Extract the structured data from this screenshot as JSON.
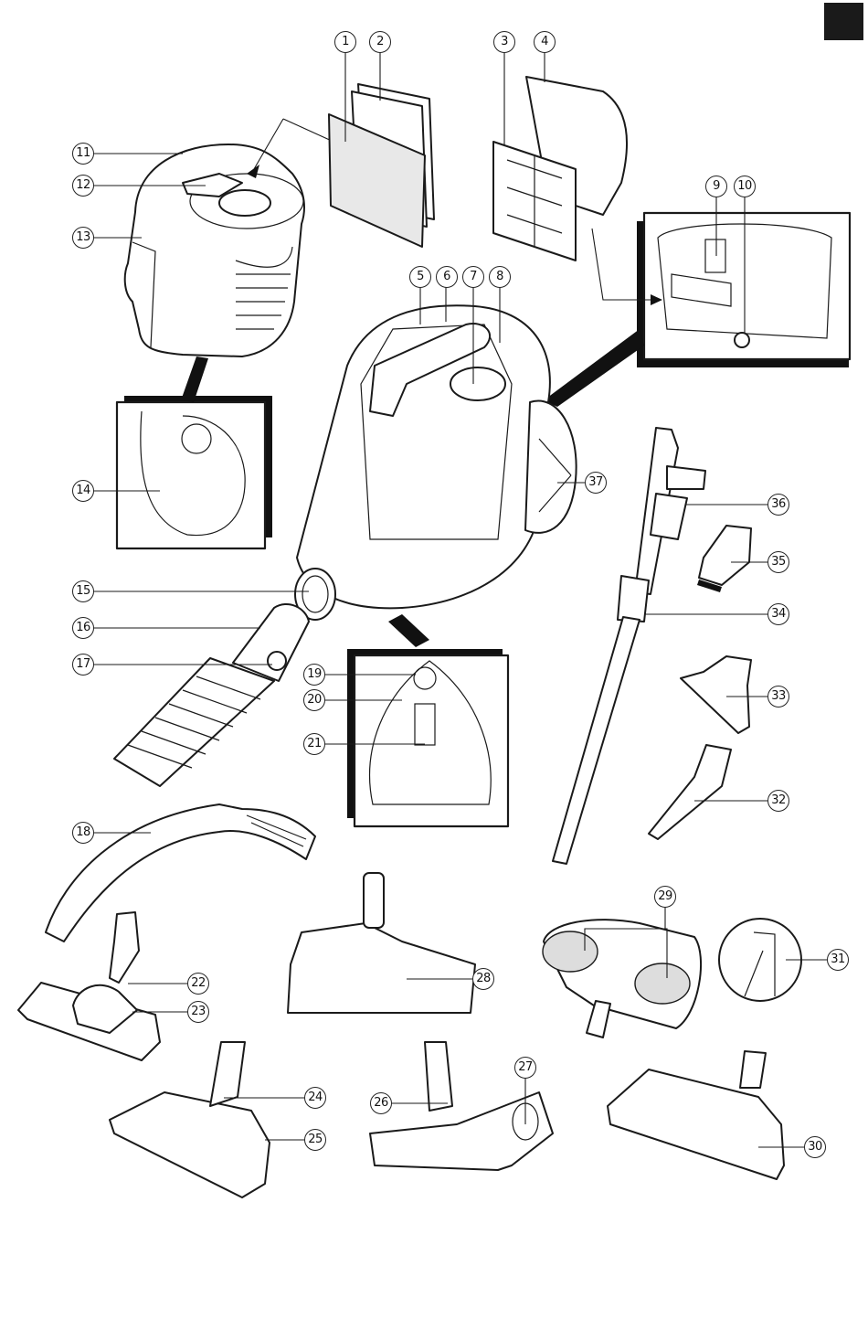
{
  "figure": {
    "type": "exploded-parts-diagram",
    "subject": "bagless canister vacuum cleaner and accessories",
    "corner_tab": "language-tab-marker"
  },
  "callouts": [
    {
      "n": "1",
      "part": "foam-filter"
    },
    {
      "n": "2",
      "part": "motor-protection-filter"
    },
    {
      "n": "3",
      "part": "exhaust-filter"
    },
    {
      "n": "4",
      "part": "exhaust-filter-grille"
    },
    {
      "n": "5",
      "part": "dust-container-indicator"
    },
    {
      "n": "6",
      "part": "carrying-handle"
    },
    {
      "n": "7",
      "part": "dust-container-release"
    },
    {
      "n": "8",
      "part": "on-off-button"
    },
    {
      "n": "9",
      "part": "parking-slot"
    },
    {
      "n": "10",
      "part": "mains-cord"
    },
    {
      "n": "11",
      "part": "dust-container-lid"
    },
    {
      "n": "12",
      "part": "lid-release-button"
    },
    {
      "n": "13",
      "part": "dust-container"
    },
    {
      "n": "14",
      "part": "dust-container-bottom"
    },
    {
      "n": "15",
      "part": "hose-connection-opening"
    },
    {
      "n": "16",
      "part": "hose-connector"
    },
    {
      "n": "17",
      "part": "release-button"
    },
    {
      "n": "18",
      "part": "handle"
    },
    {
      "n": "19",
      "part": "cord-reel-button"
    },
    {
      "n": "20",
      "part": "storage-slot"
    },
    {
      "n": "21",
      "part": "type-plate"
    },
    {
      "n": "22",
      "part": "nozzle"
    },
    {
      "n": "23",
      "part": "rocker-switch"
    },
    {
      "n": "24",
      "part": "nozzle"
    },
    {
      "n": "25",
      "part": "rocker-switch"
    },
    {
      "n": "26",
      "part": "nozzle"
    },
    {
      "n": "27",
      "part": "suction-power-selector"
    },
    {
      "n": "28",
      "part": "nozzle"
    },
    {
      "n": "29",
      "part": "pads"
    },
    {
      "n": "30",
      "part": "nozzle"
    },
    {
      "n": "31",
      "part": "release-button"
    },
    {
      "n": "32",
      "part": "crevice-tool"
    },
    {
      "n": "33",
      "part": "small-nozzle"
    },
    {
      "n": "34",
      "part": "telescopic-tube"
    },
    {
      "n": "35",
      "part": "dusting-brush"
    },
    {
      "n": "36",
      "part": "accessory-holder"
    },
    {
      "n": "37",
      "part": "wheel"
    }
  ]
}
